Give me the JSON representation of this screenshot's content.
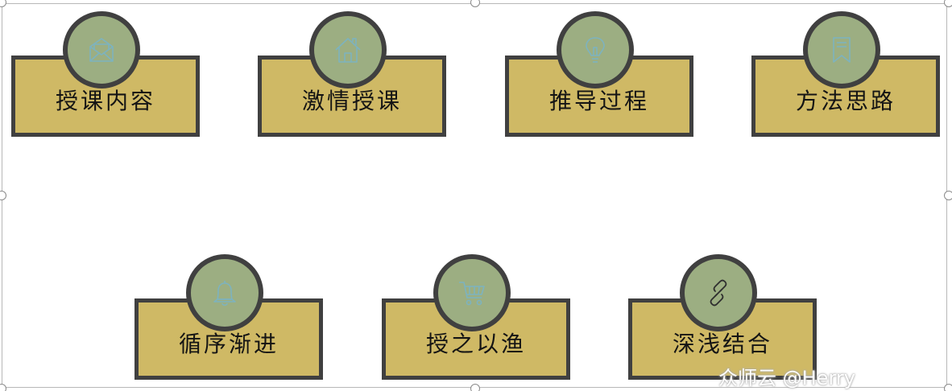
{
  "cards": [
    {
      "label": "授课内容",
      "icon": "envelope-icon"
    },
    {
      "label": "激情授课",
      "icon": "house-icon"
    },
    {
      "label": "推导过程",
      "icon": "lightbulb-icon"
    },
    {
      "label": "方法思路",
      "icon": "bookmark-icon"
    },
    {
      "label": "循序渐进",
      "icon": "bell-icon"
    },
    {
      "label": "授之以渔",
      "icon": "cart-icon"
    },
    {
      "label": "深浅结合",
      "icon": "link-icon"
    }
  ],
  "watermark": "众师云  @Herry",
  "colors": {
    "box_fill": "#cfb965",
    "circle_fill": "#9cae82",
    "outline": "#404040",
    "icon_stroke": "#7db3bf"
  }
}
